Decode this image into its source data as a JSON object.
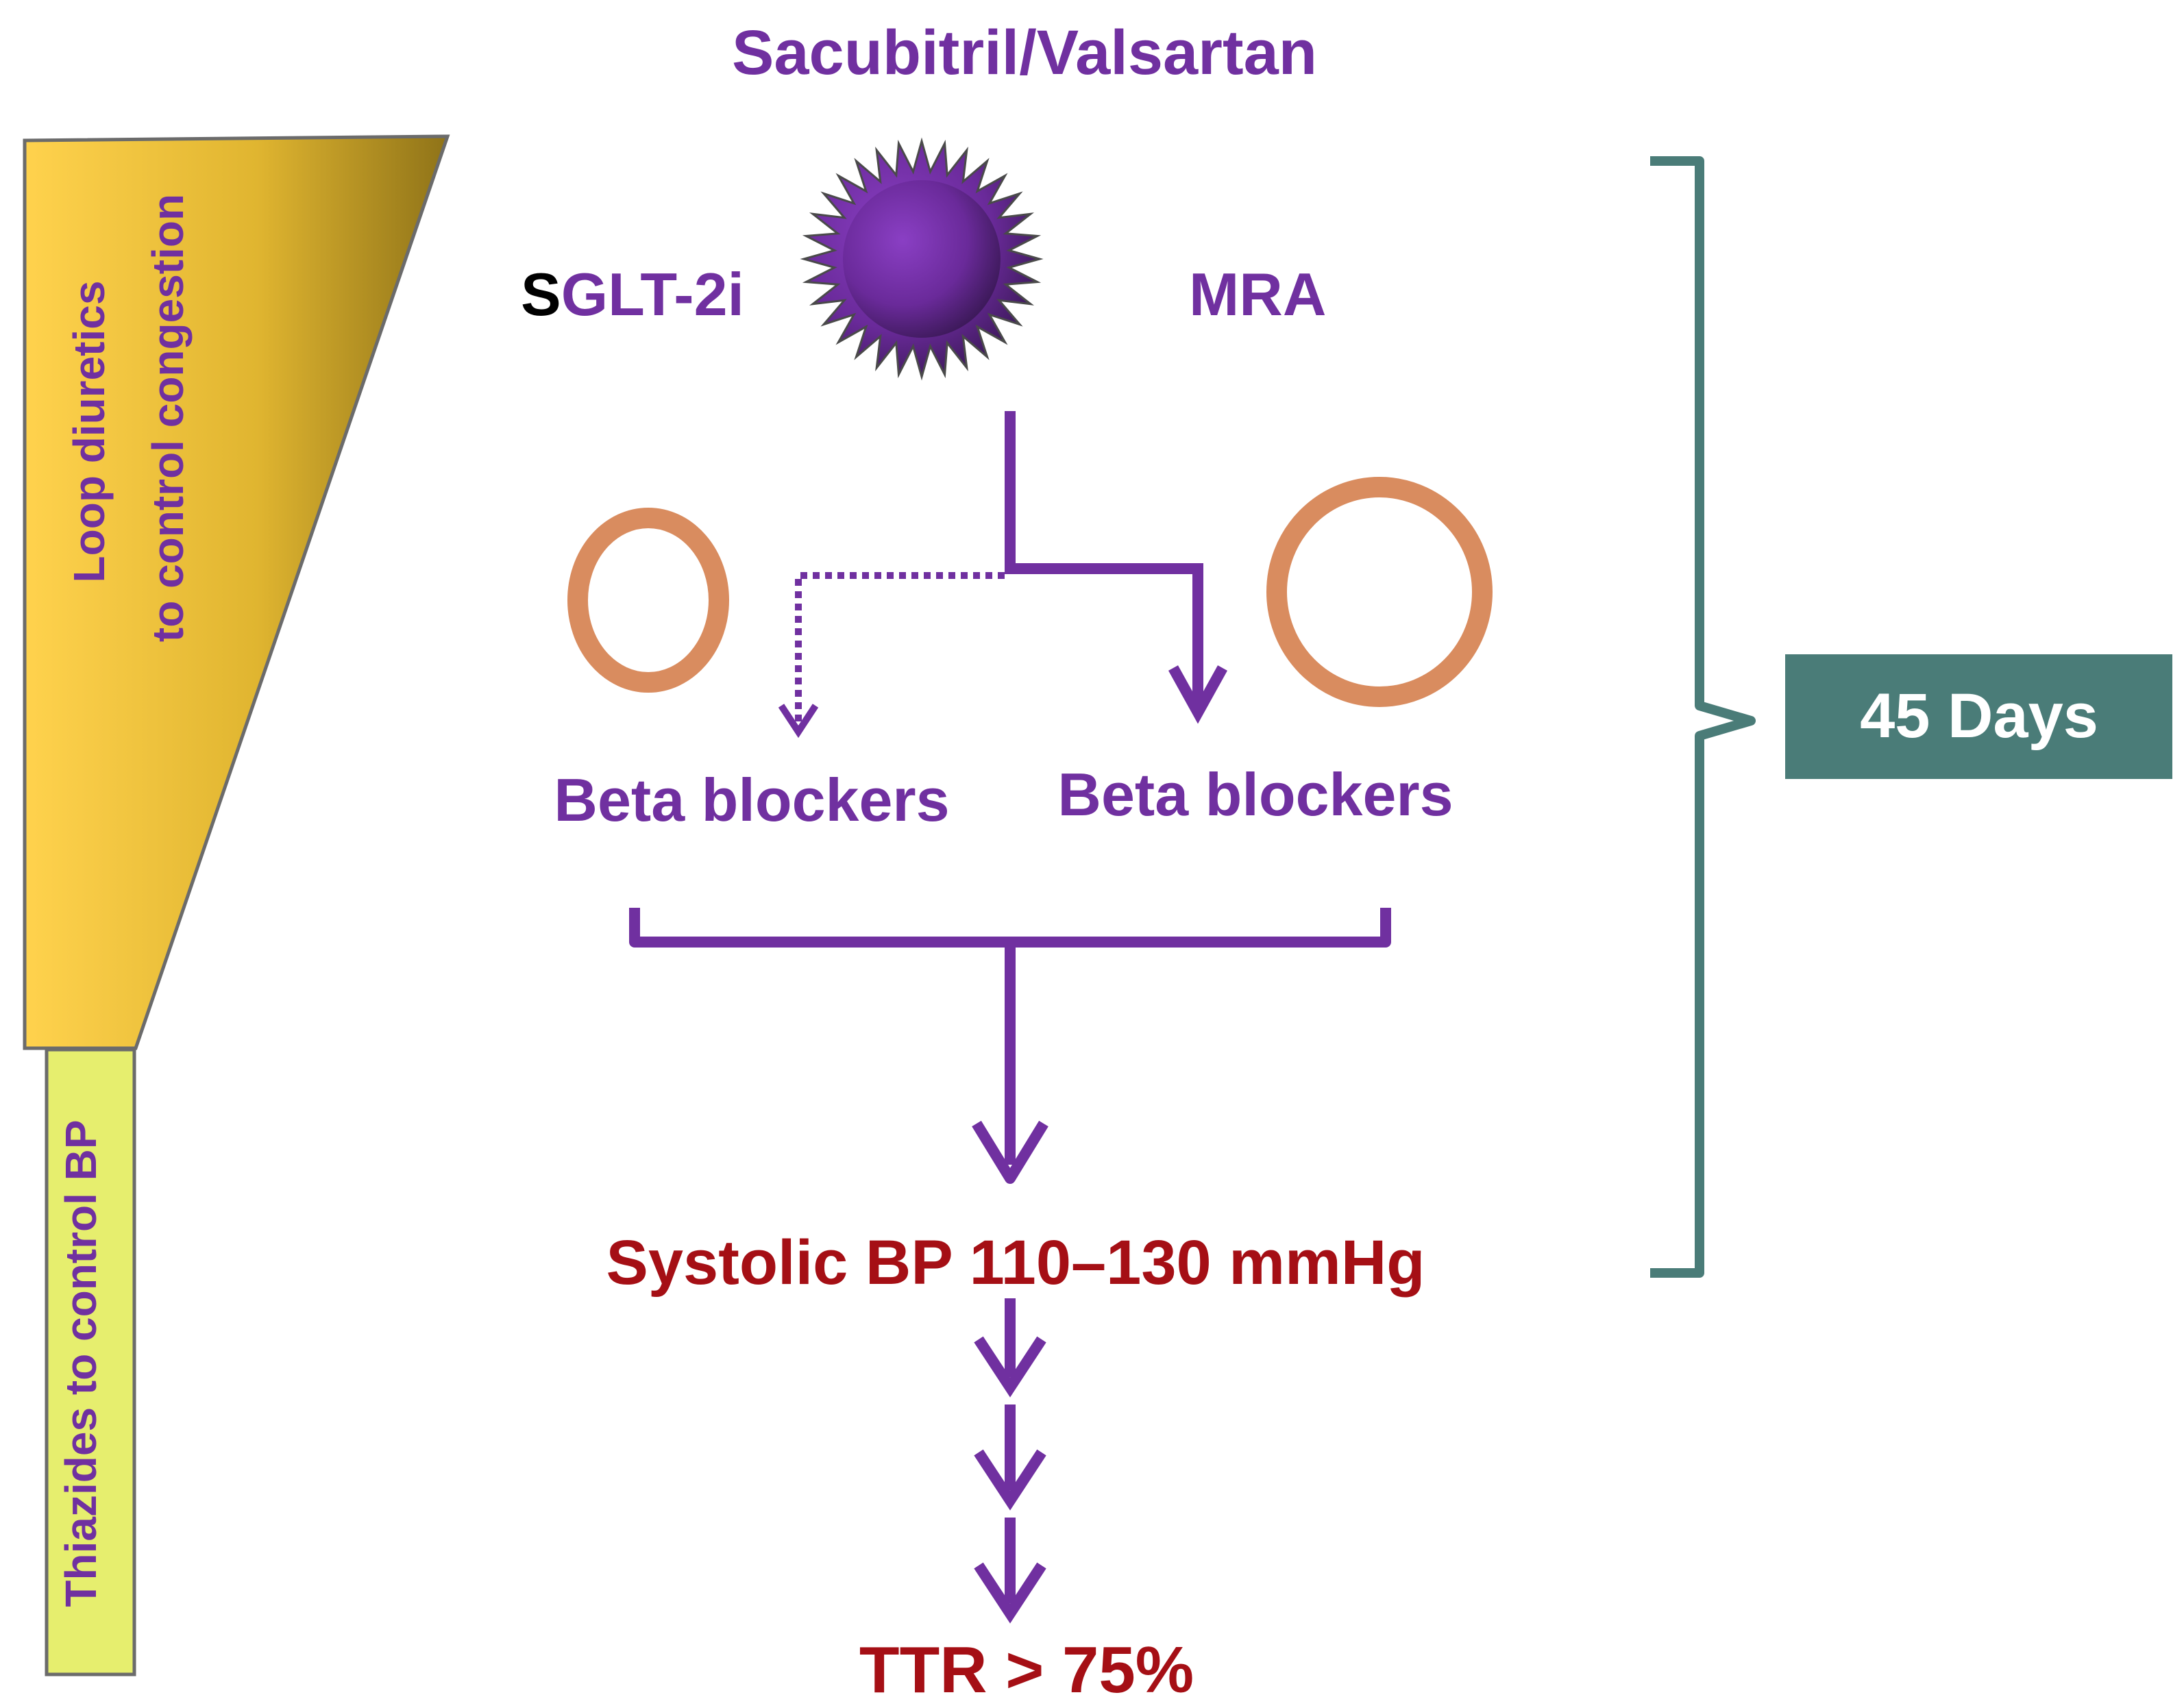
{
  "title": "Sacubitril/Valsartan",
  "sglt": {
    "first_letter": "S",
    "rest": "GLT-2i"
  },
  "mra": "MRA",
  "beta_left": "Beta blockers",
  "beta_right": "Beta blockers",
  "loop_line1": "Loop diuretics",
  "loop_line2": "to control congestion",
  "thiazides": "Thiazides to control BP",
  "duration": "45 Days",
  "target_bp": "Systolic BP 110–130 mmHg",
  "target_ttr": "TTR > 75%",
  "colors": {
    "purple": "#7030a0",
    "dark_red": "#a50f15",
    "teal": "#4a7c78",
    "ring": "#d98c5f",
    "loop_gold_light": "#ffd24d",
    "loop_gold_dark": "#8f7318",
    "thiazide_yellow": "#e6ee6e"
  }
}
